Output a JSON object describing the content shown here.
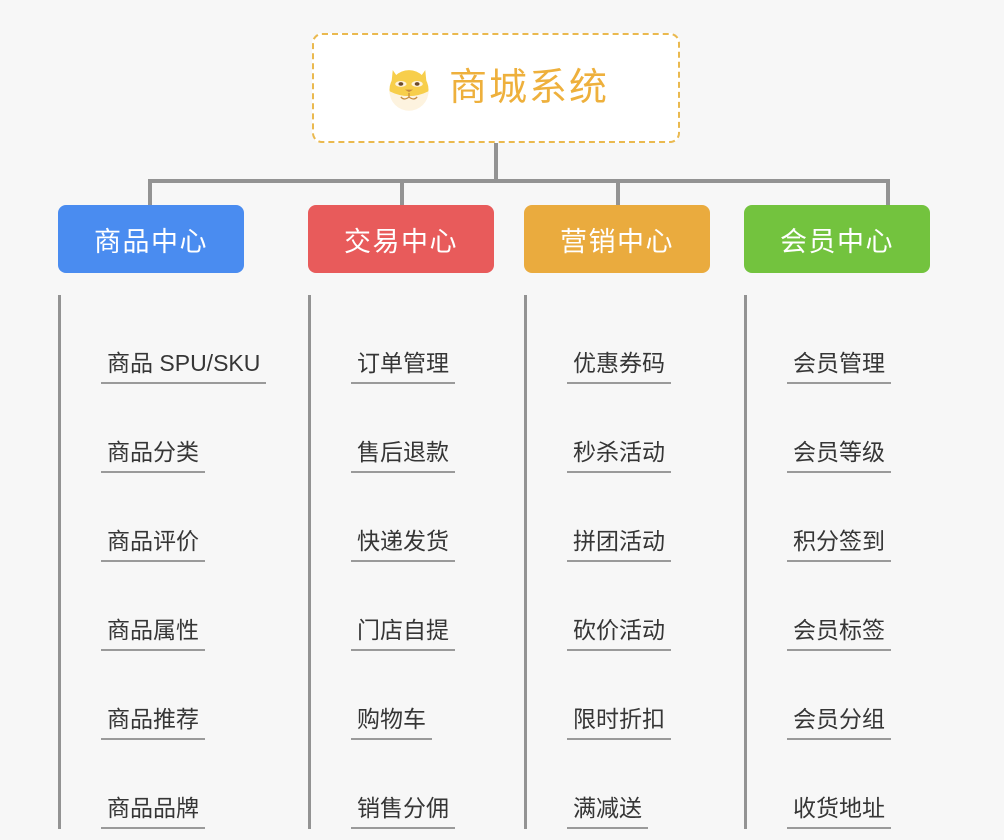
{
  "root": {
    "title": "商城系统",
    "icon": "shiba-dog-face-icon",
    "border_color": "#eab94f",
    "text_color": "#eeb03c"
  },
  "connector_color": "#939393",
  "background_color": "#f7f7f7",
  "categories": [
    {
      "label": "商品中心",
      "color": "#4a8cf0",
      "items": [
        "商品 SPU/SKU",
        "商品分类",
        "商品评价",
        "商品属性",
        "商品推荐",
        "商品品牌"
      ]
    },
    {
      "label": "交易中心",
      "color": "#e85b5b",
      "items": [
        "订单管理",
        "售后退款",
        "快递发货",
        "门店自提",
        "购物车",
        "销售分佣"
      ]
    },
    {
      "label": "营销中心",
      "color": "#eaab3e",
      "items": [
        "优惠券码",
        "秒杀活动",
        "拼团活动",
        "砍价活动",
        "限时折扣",
        "满减送"
      ]
    },
    {
      "label": "会员中心",
      "color": "#73c33e",
      "items": [
        "会员管理",
        "会员等级",
        "积分签到",
        "会员标签",
        "会员分组",
        "收货地址"
      ]
    }
  ]
}
